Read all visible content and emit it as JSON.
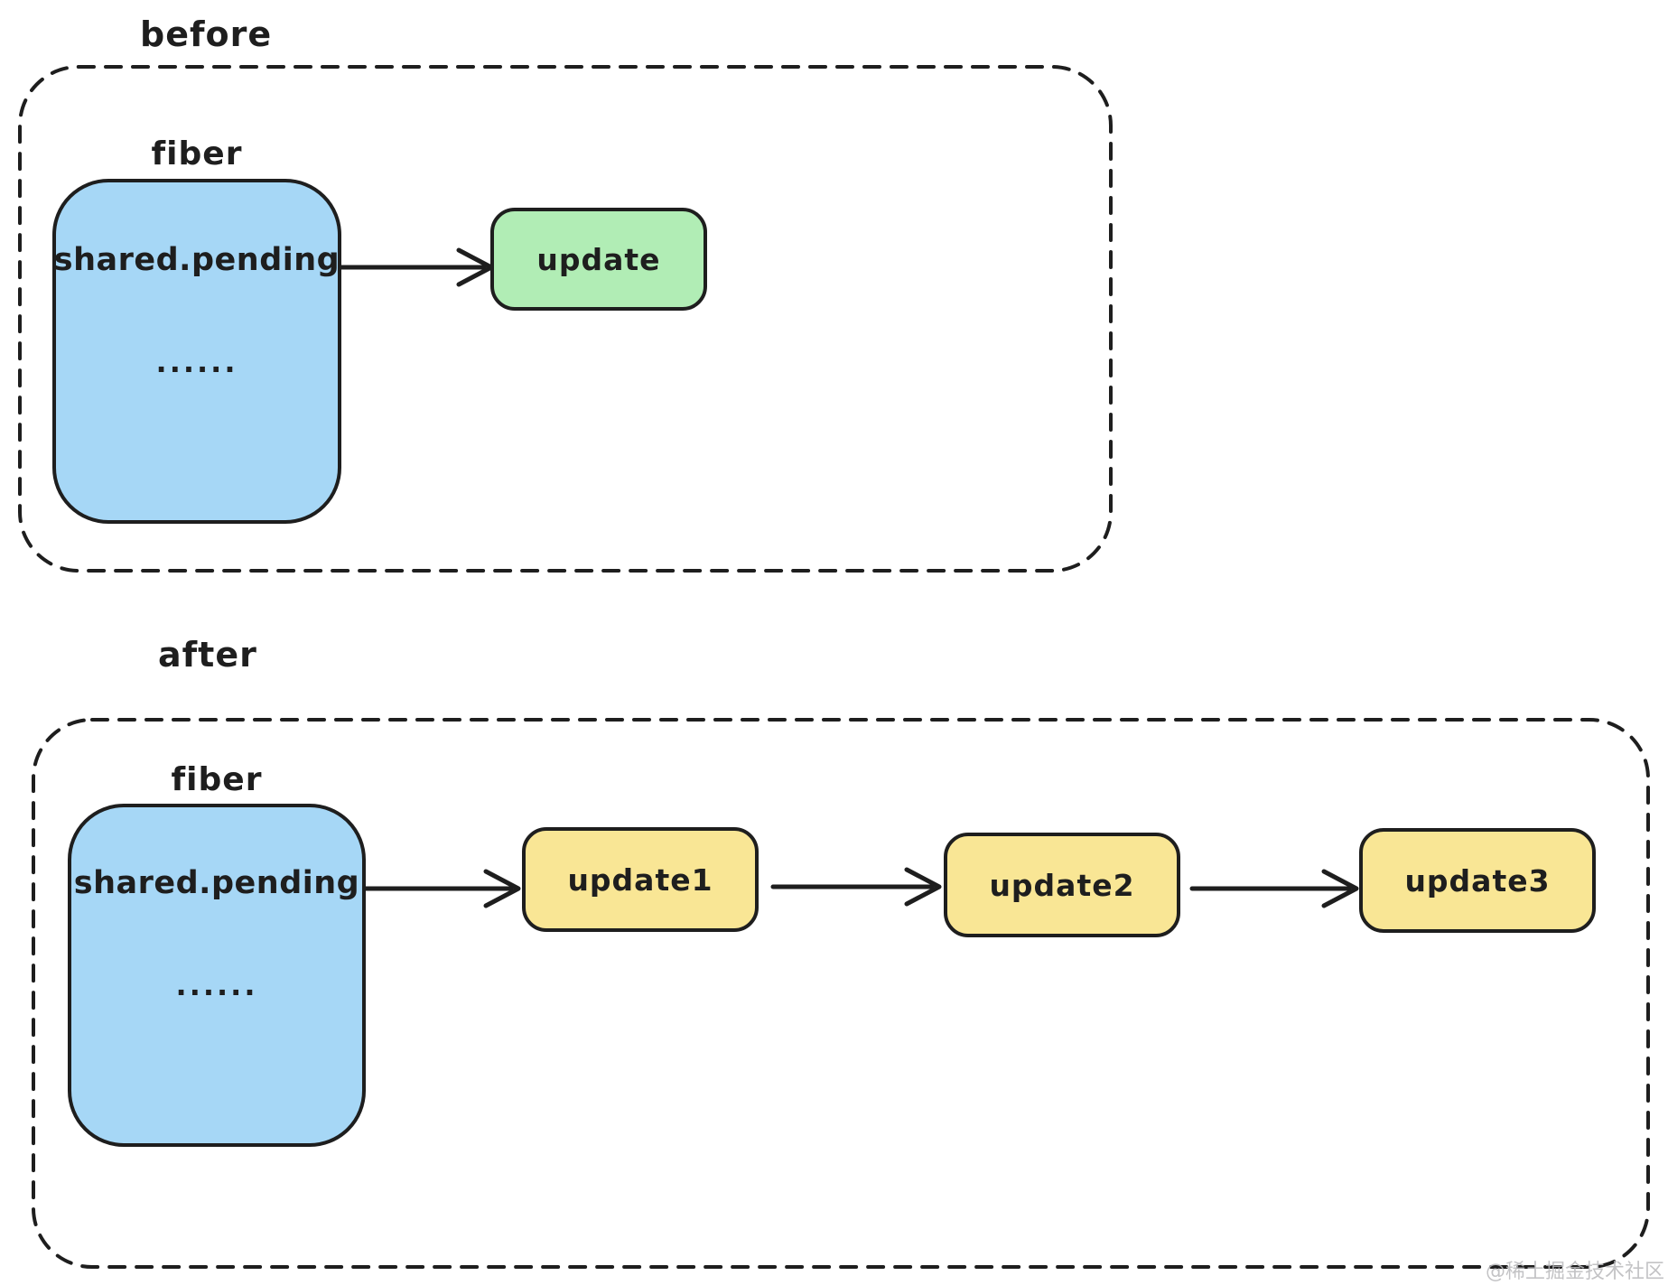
{
  "page": {
    "background": "#ffffff"
  },
  "colors": {
    "stroke": "#1e1e1e",
    "fiber_fill": "#a6d7f6",
    "update_fill_before": "#b1edb5",
    "update_fill_after": "#f9e695",
    "watermark_text": "#b9b9bc"
  },
  "sections": {
    "before": {
      "label": "before",
      "fiber": {
        "label": "fiber",
        "field": "shared.pending",
        "ellipsis": "......"
      },
      "nodes": [
        {
          "label": "update"
        }
      ]
    },
    "after": {
      "label": "after",
      "fiber": {
        "label": "fiber",
        "field": "shared.pending",
        "ellipsis": "......"
      },
      "nodes": [
        {
          "label": "update1"
        },
        {
          "label": "update2"
        },
        {
          "label": "update3"
        }
      ]
    }
  },
  "watermark": "@稀土掘金技术社区"
}
